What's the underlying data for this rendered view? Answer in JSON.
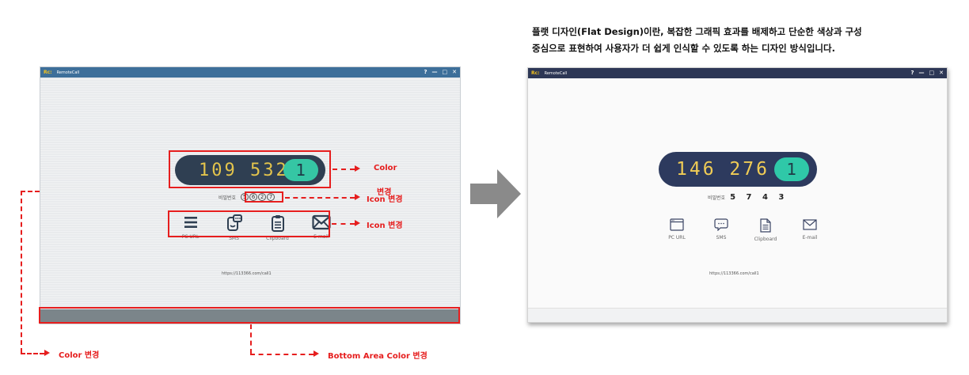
{
  "app": {
    "logo": "Rc:",
    "title": "RemoteCall",
    "controls": [
      "?",
      "—",
      "□",
      "✕"
    ]
  },
  "left_window": {
    "code": "109 532",
    "badge": "1",
    "password_label": "비밀번호",
    "password_digits": [
      "5",
      "6",
      "2",
      "7"
    ],
    "icons": [
      {
        "label": "PC URL",
        "icon": "menu-lines-icon"
      },
      {
        "label": "SMS",
        "icon": "phone-chat-icon"
      },
      {
        "label": "Clipboard",
        "icon": "clipboard-icon"
      },
      {
        "label": "E-mail",
        "icon": "envelope-icon"
      }
    ],
    "url": "https://113366.com/call1",
    "colors": {
      "titlebar": "#3d6f9a",
      "pill": "#2f3f52",
      "badge": "#35c6a4",
      "bottom": "#7b858a"
    }
  },
  "right_window": {
    "code": "146 276",
    "badge": "1",
    "password_label": "비밀번호",
    "password_digits": "5 7 4 3",
    "icons": [
      {
        "label": "PC URL",
        "icon": "browser-window-icon"
      },
      {
        "label": "SMS",
        "icon": "chat-bubble-icon"
      },
      {
        "label": "Clipboard",
        "icon": "document-icon"
      },
      {
        "label": "E-mail",
        "icon": "envelope-icon"
      }
    ],
    "url": "https://113366.com/call1",
    "colors": {
      "titlebar": "#2d3756",
      "pill": "#2d3a5e",
      "badge": "#2fc8a8",
      "bottom": "#f1f2f3"
    }
  },
  "annotations": {
    "color": "Color",
    "icon_change_1": "Icon 변경",
    "icon_change_top": "변경",
    "icon_change_2": "Icon 변경",
    "color_change": "Color 변경",
    "bottom_area": "Bottom Area Color 변경",
    "annotation_color": "#e61e1e"
  },
  "description": {
    "line1": "플랫 디자인(Flat Design)이란, 복잡한 그래픽 효과를 배제하고 단순한 색상과 구성",
    "line2": "중심으로 표현하여 사용자가 더 쉽게 인식할 수 있도록 하는 디자인 방식입니다."
  }
}
